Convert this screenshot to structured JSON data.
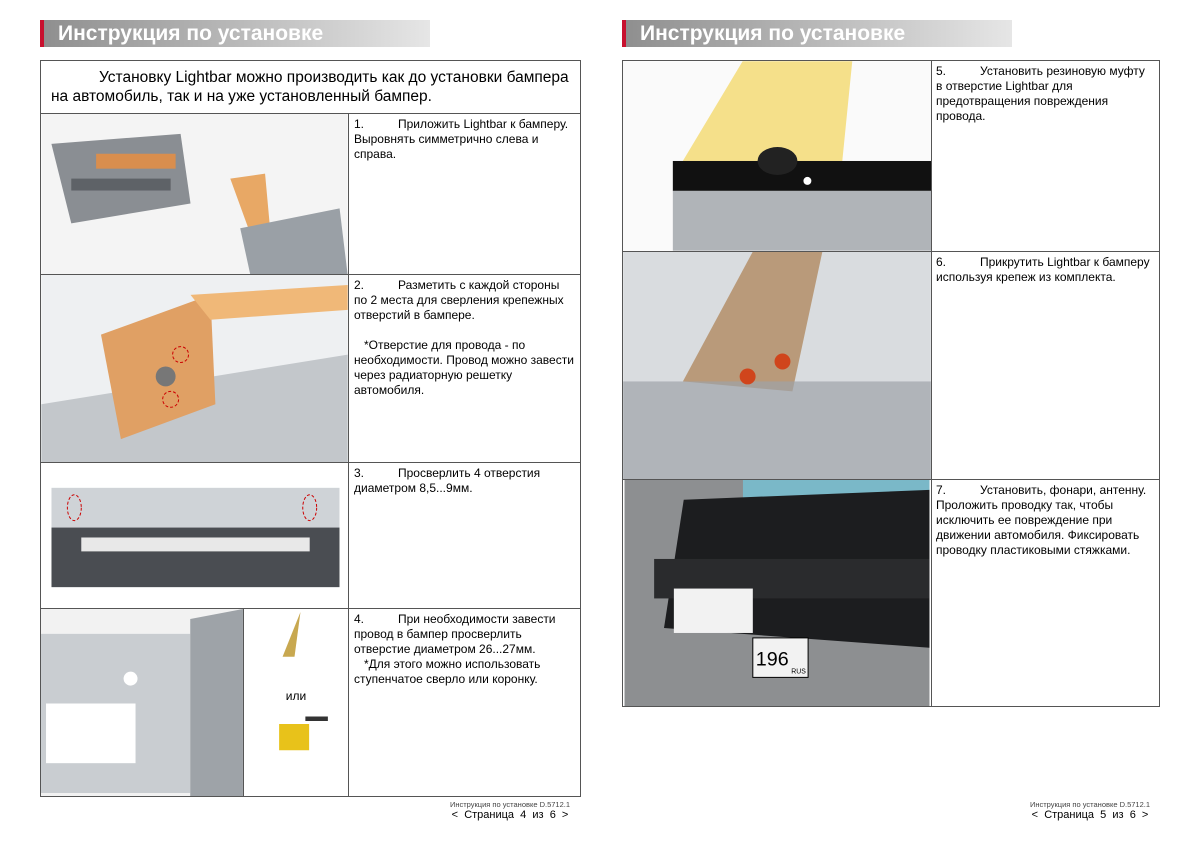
{
  "pages": [
    {
      "header": "Инструкция по установке",
      "intro": "Установку Lightbar можно производить как до установки бампера на автомобиль, так и на уже установленный бампер.",
      "steps": [
        {
          "num": "1.",
          "text": "Приложить Lightbar к бамперу. Выровнять симметрично слева и справа."
        },
        {
          "num": "2.",
          "text": "Разметить с каждой стороны по 2 места для сверления крепежных отверстий в бампере.",
          "note": "*Отверстие для провода - по необходимости. Провод можно завести через радиаторную решетку автомобиля."
        },
        {
          "num": "3.",
          "text": "Просверлить 4 отверстия диаметром 8,5...9мм."
        },
        {
          "num": "4.",
          "text": "При необходимости завести провод в бампер просверлить отверстие диаметром 26...27мм.",
          "note": "*Для этого можно использовать ступенчатое сверло или коронку.",
          "image_label": "или"
        }
      ],
      "footer": {
        "doc": "Инструкция по установке D.5712.1",
        "page": "<  Страница  4  из  6  >"
      }
    },
    {
      "header": "Инструкция по установке",
      "steps": [
        {
          "num": "5.",
          "text": "Установить резиновую муфту в отверстие Lightbar для предотвращения повреждения провода."
        },
        {
          "num": "6.",
          "text": "Прикрутить Lightbar к бамперу используя крепеж из комплекта."
        },
        {
          "num": "7.",
          "text": "Установить, фонари, антенну. Проложить проводку так, чтобы исключить ее повреждение при движении автомобиля. Фиксировать проводку пластиковыми стяжками.",
          "plate": "196",
          "plate_region": "RUS"
        }
      ],
      "footer": {
        "doc": "Инструкция по установке D.5712.1",
        "page": "<  Страница  5  из  6  >"
      }
    }
  ],
  "colors": {
    "accent": "#c8102e",
    "lightbar": "#e8a865"
  }
}
